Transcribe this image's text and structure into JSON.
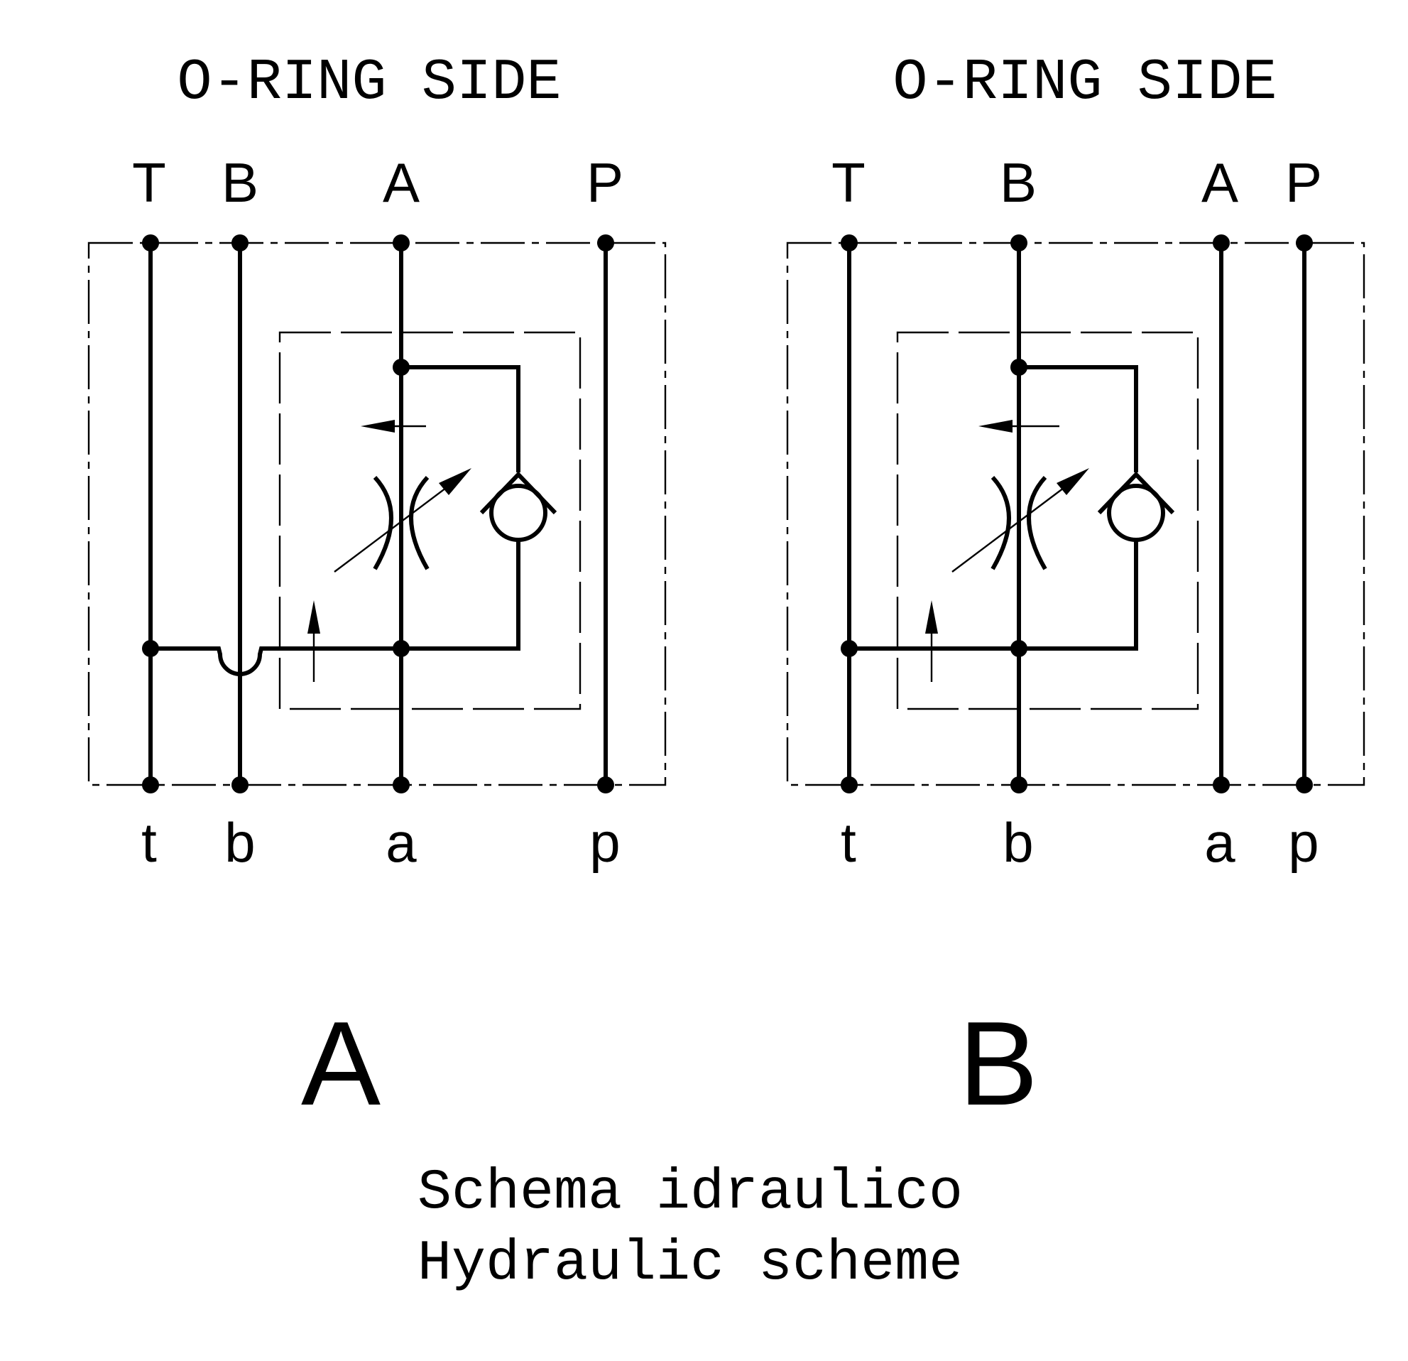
{
  "schemes": [
    {
      "id": "A",
      "side_label": "O-RING SIDE",
      "top_ports": [
        "T",
        "B",
        "A",
        "P"
      ],
      "bottom_ports": [
        "t",
        "b",
        "a",
        "p"
      ],
      "variant_letter": "A"
    },
    {
      "id": "B",
      "side_label": "O-RING SIDE",
      "top_ports": [
        "T",
        "B",
        "A",
        "P"
      ],
      "bottom_ports": [
        "t",
        "b",
        "a",
        "p"
      ],
      "variant_letter": "B"
    }
  ],
  "caption": {
    "line1": "Schema idraulico",
    "line2": "Hydraulic scheme"
  }
}
